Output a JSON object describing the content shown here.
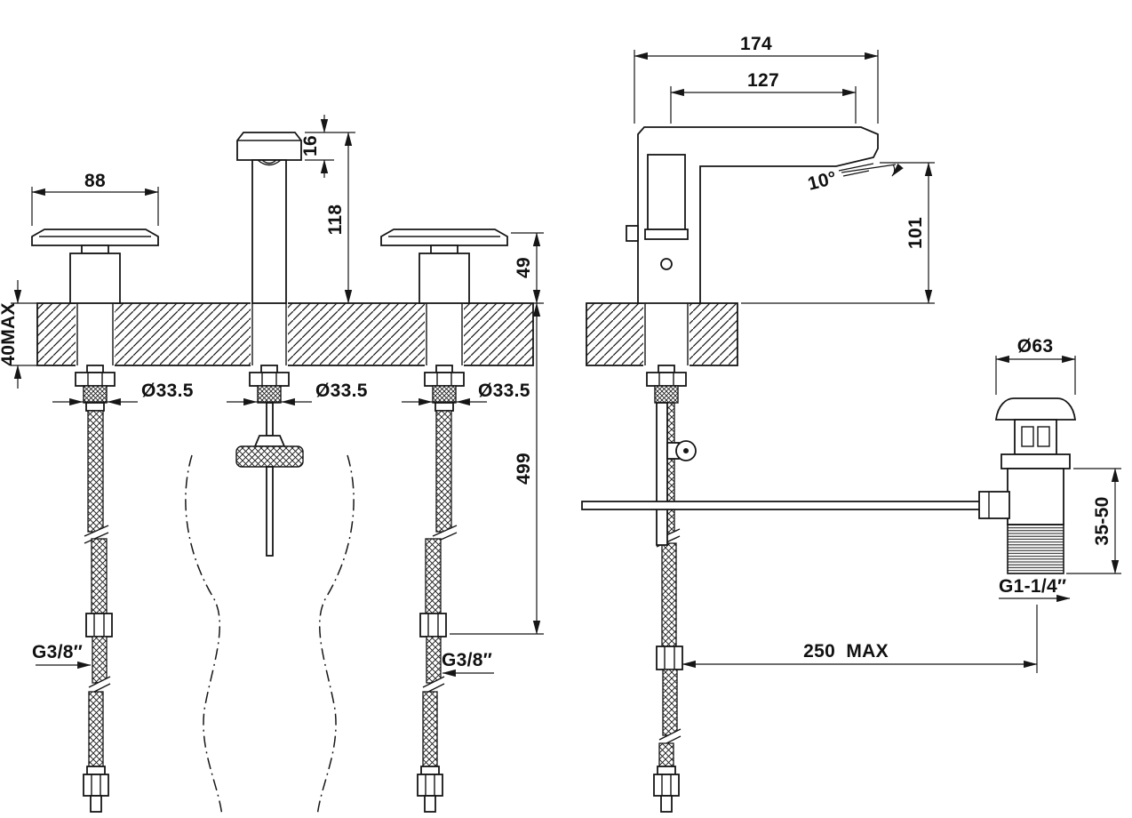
{
  "front_view": {
    "dim_88": "88",
    "dim_16": "16",
    "dim_118": "118",
    "dim_49": "49",
    "dim_499": "499",
    "dim_40max": "40MAX",
    "dia_hole_left": "Ø33.5",
    "dia_hole_center": "Ø33.5",
    "dia_hole_right": "Ø33.5",
    "thread_left": "G3/8″",
    "thread_right": "G3/8″"
  },
  "side_view": {
    "dim_174": "174",
    "dim_127": "127",
    "angle": "10°",
    "dim_101": "101",
    "dia_waste_cap": "Ø63",
    "clamp_range": "35-50",
    "waste_thread": "G1-1/4″",
    "rod_max": "250  MAX"
  }
}
